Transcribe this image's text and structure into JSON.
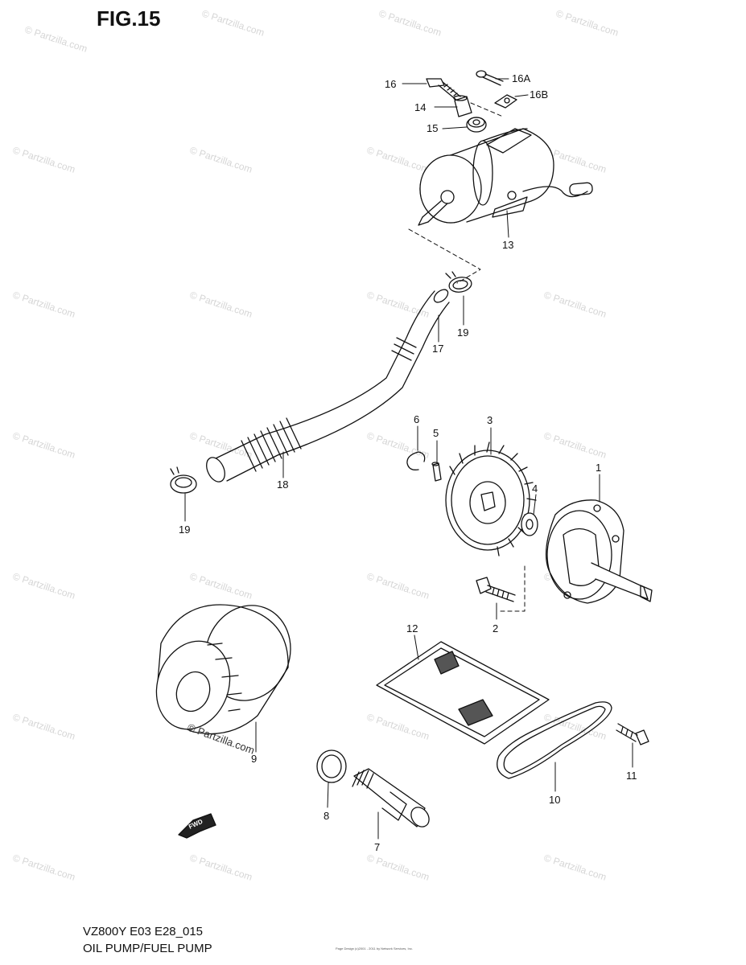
{
  "title": "FIG.15",
  "footer": {
    "model_code": "VZ800Y E03 E28_015",
    "diagram_name": "OIL PUMP/FUEL PUMP",
    "credit": "Page Design (c)2001 - 2011 by Network Services, Inc."
  },
  "watermark": "© Partzilla.com",
  "fwd_label": "FWD",
  "callouts": {
    "c1": "1",
    "c2": "2",
    "c3": "3",
    "c4": "4",
    "c5": "5",
    "c6": "6",
    "c7": "7",
    "c8": "8",
    "c9": "9",
    "c10": "10",
    "c11": "11",
    "c12": "12",
    "c13": "13",
    "c14": "14",
    "c15": "15",
    "c16": "16",
    "c16a": "16A",
    "c16b": "16B",
    "c17": "17",
    "c18": "18",
    "c19a": "19",
    "c19b": "19"
  }
}
